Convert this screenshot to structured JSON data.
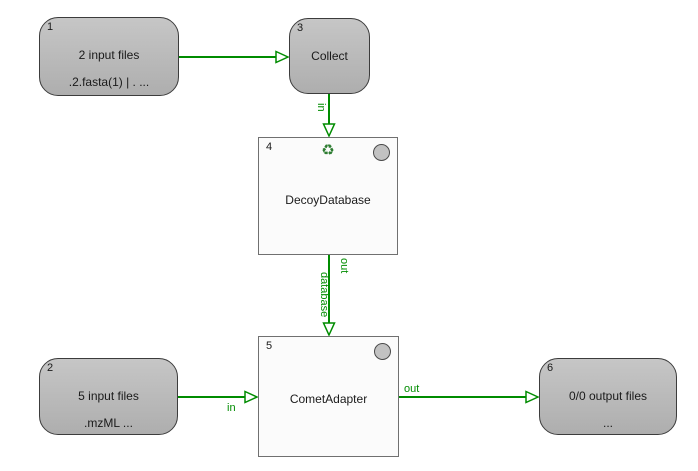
{
  "colors": {
    "edge-green": "#008c00",
    "io-node-fill-top": "#c6c6c6",
    "io-node-fill-bottom": "#aeaeae",
    "io-node-border": "#3c3c3c",
    "tool-node-fill": "#fbfbfb",
    "tool-node-border": "#707070",
    "status-circle-fill": "#c2c2c2",
    "status-circle-border": "#4a4a4a",
    "recycle-green": "#2e7d32",
    "text": "#1a1a1a"
  },
  "icons": {
    "recycle": "♻"
  },
  "nodes": {
    "n1": {
      "number": "1",
      "title": "2 input files",
      "subtitle": ".2.fasta(1) | . ..."
    },
    "n2": {
      "number": "2",
      "title": "5 input files",
      "subtitle": ".mzML ..."
    },
    "n3": {
      "number": "3",
      "title": "Collect"
    },
    "n4": {
      "number": "4",
      "title": "DecoyDatabase"
    },
    "n5": {
      "number": "5",
      "title": "CometAdapter"
    },
    "n6": {
      "number": "6",
      "title": "0/0 output files",
      "subtitle": "..."
    }
  },
  "edges": {
    "collect_to_decoy": {
      "target_label": "in"
    },
    "decoy_to_comet": {
      "source_label": "out",
      "target_label": "database"
    },
    "input2_to_comet": {
      "target_label": "in"
    },
    "comet_to_output": {
      "source_label": "out"
    }
  }
}
